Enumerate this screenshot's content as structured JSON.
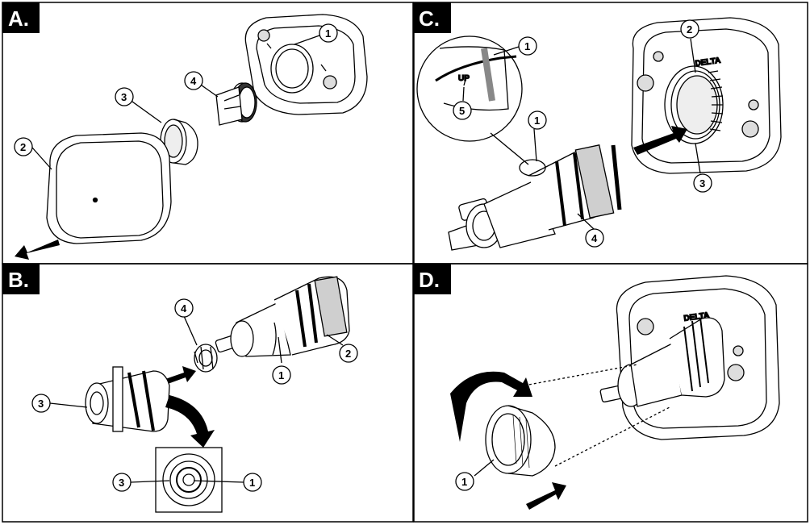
{
  "panels": [
    {
      "label": "A.",
      "callouts": [
        "1",
        "2",
        "3",
        "4"
      ]
    },
    {
      "label": "B.",
      "callouts": [
        "1",
        "2",
        "3",
        "4",
        "1",
        "3"
      ]
    },
    {
      "label": "C.",
      "callouts": [
        "1",
        "2",
        "3",
        "4",
        "1",
        "5"
      ],
      "marking": "UP",
      "brand": "DELTA"
    },
    {
      "label": "D.",
      "callouts": [
        "1"
      ],
      "brand": "DELTA"
    }
  ],
  "colors": {
    "line": "#000000",
    "label_bg": "#000000",
    "shade": "#cfcfcf",
    "dark_shade": "#555555"
  }
}
